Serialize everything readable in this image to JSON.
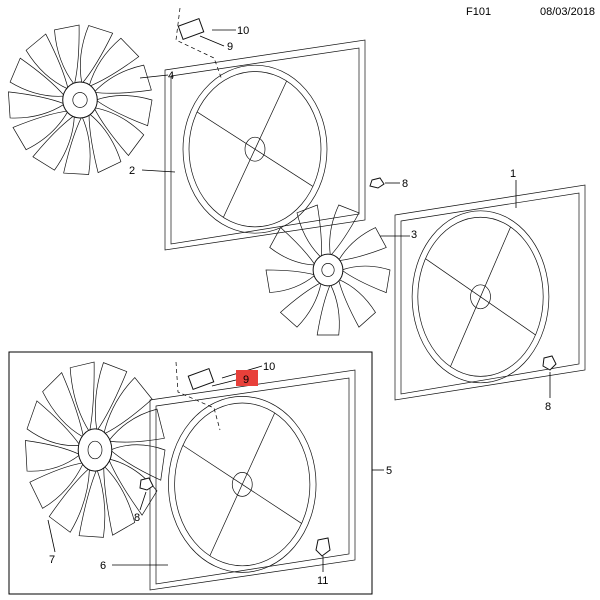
{
  "header": {
    "code": "F101",
    "date": "08/03/2018"
  },
  "callouts": {
    "upper_10": "10",
    "upper_9": "9",
    "fan_4": "4",
    "shroud_2": "2",
    "nut_8a": "8",
    "assembly_1": "1",
    "fan_3": "3",
    "nut_8b": "8",
    "lower_10": "10",
    "lower_9": "9",
    "kit_5": "5",
    "nut_8c": "8",
    "fan_7": "7",
    "shroud_6": "6",
    "screw_11": "11"
  },
  "highlight_color": "#e8403a"
}
